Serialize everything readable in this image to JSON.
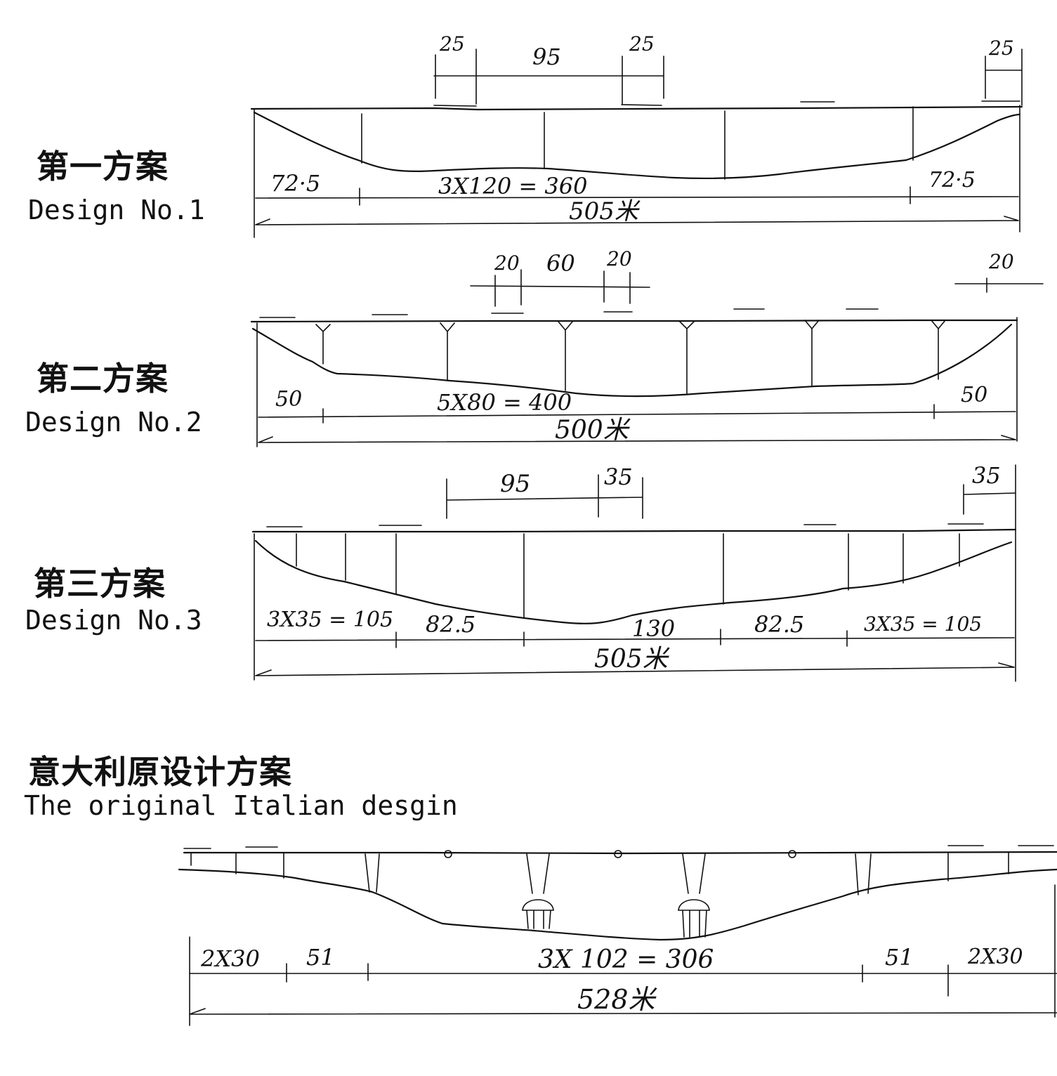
{
  "designs": [
    {
      "title_zh": "第一方案",
      "title_en": "Design No.1",
      "top_dims": [
        "25",
        "95",
        "25",
        "25"
      ],
      "bottom_dims": [
        "72·5",
        "3X120 = 360",
        "72·5"
      ],
      "total": "505米"
    },
    {
      "title_zh": "第二方案",
      "title_en": "Design No.2",
      "top_dims": [
        "20",
        "60",
        "20",
        "20"
      ],
      "bottom_dims": [
        "50",
        "5X80 = 400",
        "50"
      ],
      "total": "500米"
    },
    {
      "title_zh": "第三方案",
      "title_en": "Design No.3",
      "top_dims": [
        "95",
        "35",
        "35"
      ],
      "bottom_dims": [
        "3X35 = 105",
        "82.5",
        "130",
        "82.5",
        "3X35 = 105"
      ],
      "total": "505米"
    },
    {
      "title_zh": "意大利原设计方案",
      "title_en": "The original Italian desgin",
      "bottom_dims": [
        "2X30",
        "51",
        "3X 102 = 306",
        "51",
        "2X30"
      ],
      "total": "528米"
    }
  ]
}
